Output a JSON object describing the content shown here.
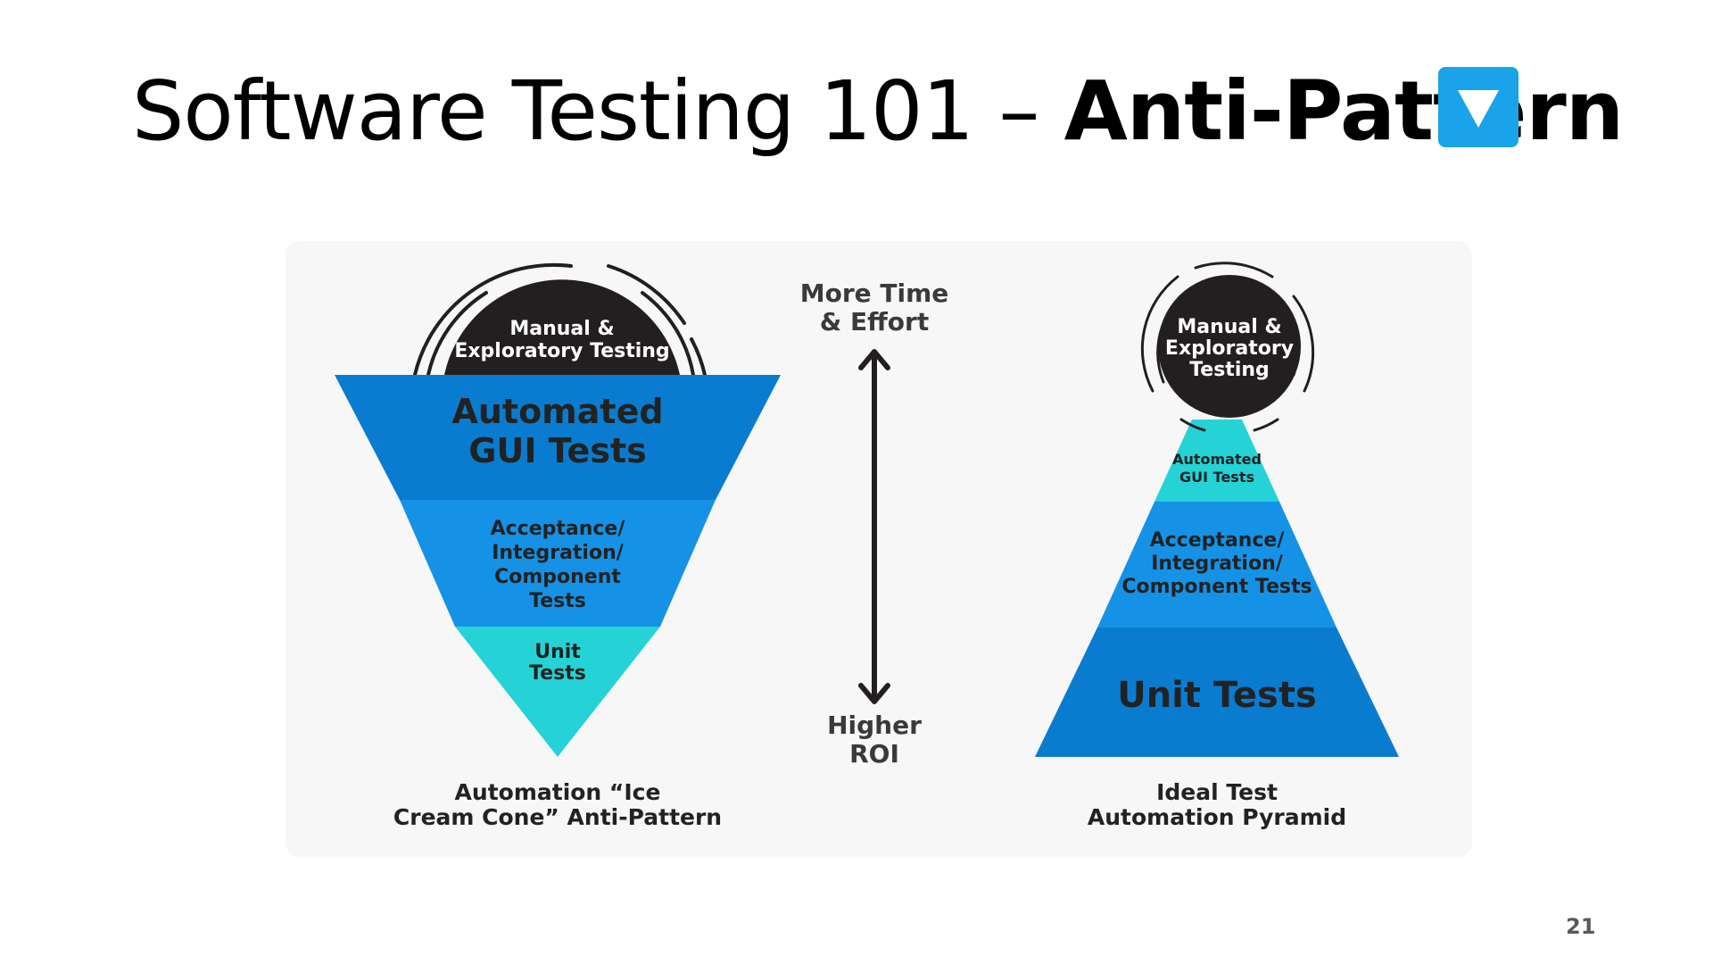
{
  "slide": {
    "title_normal": "Software Testing 101 – ",
    "title_bold": "Anti-Pattern",
    "title_icon": "down-triangle-button-icon",
    "page_number": "21"
  },
  "diagram": {
    "ice_cream_cone": {
      "top_circle": [
        "Manual &",
        "Exploratory Testing"
      ],
      "layer_gui": [
        "Automated",
        "GUI Tests"
      ],
      "layer_acceptance": [
        "Acceptance/",
        "Integration/",
        "Component",
        "Tests"
      ],
      "layer_unit": [
        "Unit",
        "Tests"
      ],
      "caption": [
        "Automation “Ice",
        "Cream Cone” Anti-Pattern"
      ]
    },
    "arrow": {
      "top_label": [
        "More Time",
        "& Effort"
      ],
      "bottom_label": [
        "Higher",
        "ROI"
      ]
    },
    "pyramid": {
      "top_circle": [
        "Manual &",
        "Exploratory",
        "Testing"
      ],
      "layer_gui": [
        "Automated",
        "GUI Tests"
      ],
      "layer_acceptance": [
        "Acceptance/",
        "Integration/",
        "Component Tests"
      ],
      "layer_unit": [
        "Unit Tests"
      ],
      "caption": [
        "Ideal Test",
        "Automation Pyramid"
      ]
    },
    "colors": {
      "dark_blue": "#0a7ccf",
      "mid_blue": "#1592e6",
      "teal": "#25d3d6",
      "circle": "#231f20",
      "text_dark": "#222222",
      "text_label": "#3a3a3a"
    }
  }
}
